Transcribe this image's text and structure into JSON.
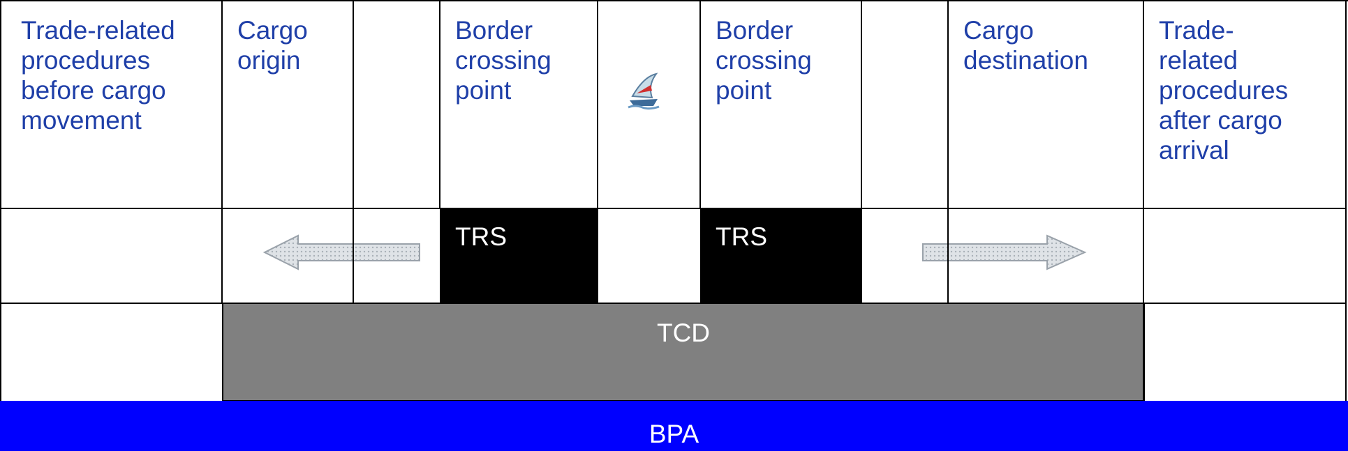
{
  "columns": [
    {
      "id": "before",
      "label": "Trade-related\nprocedures\nbefore cargo\nmovement"
    },
    {
      "id": "origin",
      "label": "Cargo\norigin"
    },
    {
      "id": "gap1",
      "label": ""
    },
    {
      "id": "border1",
      "label": "Border\ncrossing\npoint"
    },
    {
      "id": "transit",
      "label": ""
    },
    {
      "id": "border2",
      "label": "Border\ncrossing\npoint"
    },
    {
      "id": "gap2",
      "label": ""
    },
    {
      "id": "destination",
      "label": "Cargo\ndestination"
    },
    {
      "id": "after",
      "label": "Trade-\nrelated\nprocedures\nafter cargo\narrival"
    }
  ],
  "icons": {
    "transit": "ship-icon",
    "left_arrow": "left-arrow-icon",
    "right_arrow": "right-arrow-icon"
  },
  "bars": {
    "trs_left": "TRS",
    "trs_right": "TRS",
    "tcd": "TCD",
    "bpa": "BPA"
  },
  "colors": {
    "heading_text": "#1f3fa8",
    "trs_fill": "#000000",
    "tcd_fill": "#808080",
    "bpa_fill": "#0000ff",
    "arrow_fill": "#d4d8dc"
  }
}
